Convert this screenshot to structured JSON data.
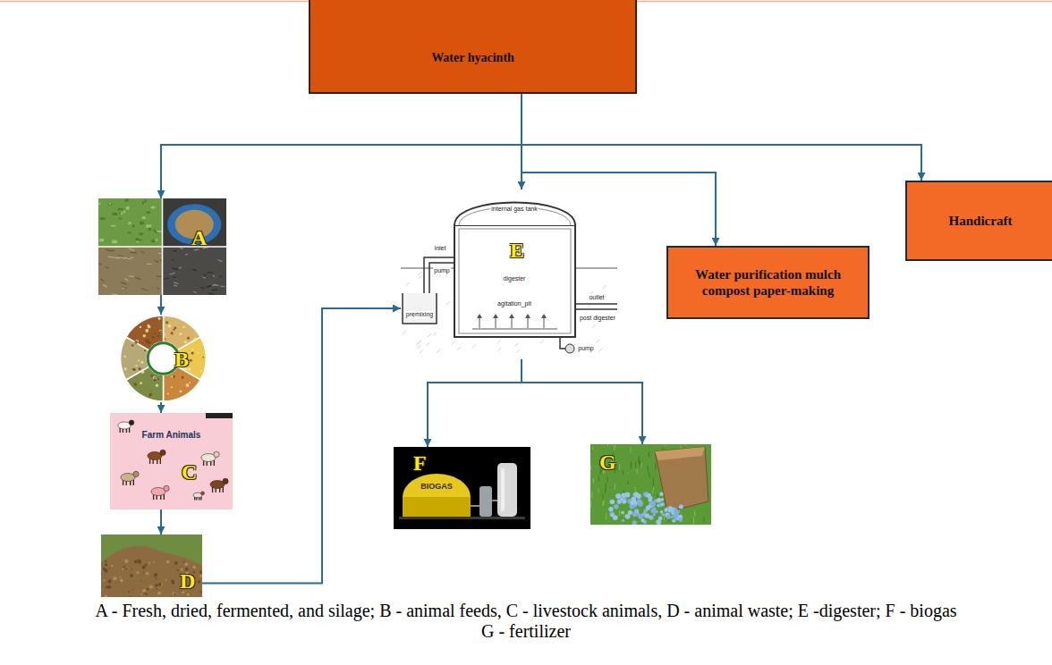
{
  "diagram": {
    "caption": "A - Fresh, dried, fermented, and silage; B - animal feeds, C - livestock animals, D - animal waste; E -digester; F - biogas G - fertilizer",
    "nodes": [
      {
        "text": [
          "Water hyacinth"
        ]
      },
      {
        "text": [
          "A"
        ]
      },
      {
        "text": [
          "B"
        ]
      },
      {
        "text": [
          "C",
          "Farm Animals"
        ]
      },
      {
        "text": [
          "D"
        ]
      },
      {
        "text": [
          "E"
        ]
      },
      {
        "text": [
          "Water purification mulch compost paper-making"
        ]
      },
      {
        "text": [
          "Handicraft"
        ]
      },
      {
        "text": [
          "F",
          "BIOGAS"
        ]
      },
      {
        "text": [
          "G"
        ]
      }
    ],
    "edges": [
      {
        "from": 0,
        "to": 1,
        "arrow": "to"
      },
      {
        "from": 1,
        "to": 2,
        "arrow": "to"
      },
      {
        "from": 2,
        "to": 3,
        "arrow": "to"
      },
      {
        "from": 3,
        "to": 4,
        "arrow": "to"
      },
      {
        "from": 4,
        "to": 5,
        "arrow": "to"
      },
      {
        "from": 0,
        "to": 5,
        "arrow": "to"
      },
      {
        "from": 0,
        "to": 6,
        "arrow": "to"
      },
      {
        "from": 0,
        "to": 7,
        "arrow": "to"
      },
      {
        "from": 5,
        "to": 8,
        "arrow": "to"
      },
      {
        "from": 5,
        "to": 9,
        "arrow": "to"
      }
    ],
    "labels": [
      "internal gas tank",
      "inlet",
      "pump",
      "digester",
      "agitation_pit",
      "outlet",
      "post digester",
      "premixing",
      "pump"
    ]
  }
}
